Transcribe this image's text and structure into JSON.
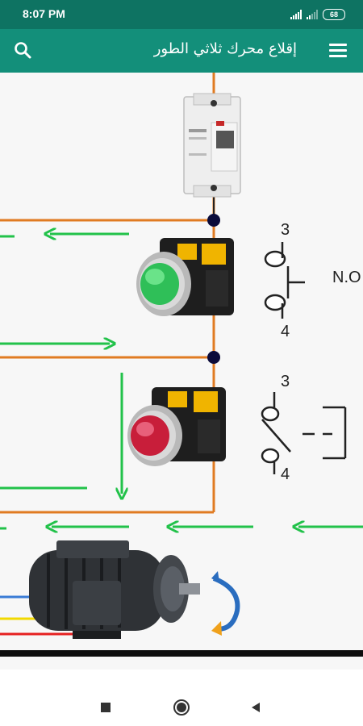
{
  "status_bar": {
    "time": "8:07 PM",
    "battery": "68",
    "icons": [
      "signal-icon",
      "signal-weak-icon",
      "battery-icon"
    ]
  },
  "app_bar": {
    "title": "إقلاع محرك ثلاثي الطور",
    "icons": [
      "menu-icon",
      "search-icon"
    ]
  },
  "diagram": {
    "no_label": "N.O",
    "top_contact": {
      "upper": "3",
      "lower": "4"
    },
    "bottom_contact": {
      "upper": "3",
      "lower": "4"
    },
    "colors": {
      "wire": "#e07b22",
      "arrow": "#22c24a",
      "start_button": "#2fbf58",
      "stop_button": "#c81e3a",
      "status_bar": "#0e7362",
      "app_bar": "#138f7a"
    }
  },
  "nav_bar": {
    "icons": [
      "recents-square-icon",
      "home-circle-icon",
      "back-triangle-icon"
    ]
  }
}
